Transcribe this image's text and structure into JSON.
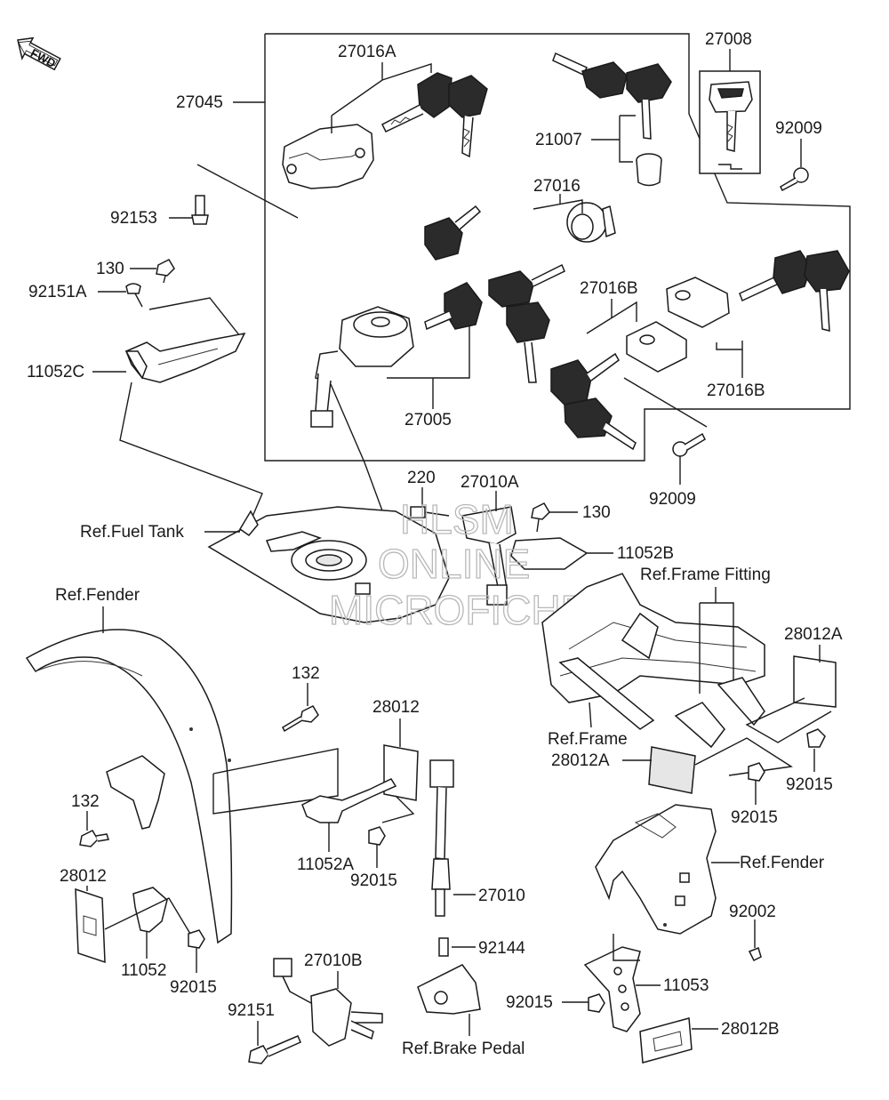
{
  "fwd_label": "FWD",
  "watermark": {
    "line1": "HLSM",
    "line2": "ONLINE",
    "line3": "MICROFICHE"
  },
  "labels": {
    "p27016A": "27016A",
    "p27045": "27045",
    "p21007": "21007",
    "p27008": "27008",
    "p92009_top": "92009",
    "p92153": "92153",
    "p27016": "27016",
    "p130_left": "130",
    "p92151A": "92151A",
    "p27016B_top": "27016B",
    "p11052C": "11052C",
    "p27016B_right": "27016B",
    "p27005": "27005",
    "p92009_mid": "92009",
    "p220": "220",
    "p27010A": "27010A",
    "p130_right": "130",
    "ref_fuel_tank": "Ref.Fuel Tank",
    "p11052B": "11052B",
    "ref_frame_fitting": "Ref.Frame Fitting",
    "ref_fender_left": "Ref.Fender",
    "p28012A_top": "28012A",
    "p132_top": "132",
    "p28012_mid": "28012",
    "ref_frame": "Ref.Frame",
    "p28012A_mid": "28012A",
    "p92015_right1": "92015",
    "p132_left": "132",
    "p92015_right2": "92015",
    "p11052A": "11052A",
    "ref_fender_right": "Ref.Fender",
    "p92015_mid": "92015",
    "p28012_left": "28012",
    "p27010": "27010",
    "p92002": "92002",
    "p11052": "11052",
    "p92144": "92144",
    "p92015_left": "92015",
    "p27010B": "27010B",
    "p11053": "11053",
    "p92015_low": "92015",
    "p92151": "92151",
    "p28012B": "28012B",
    "ref_brake_pedal": "Ref.Brake Pedal"
  }
}
